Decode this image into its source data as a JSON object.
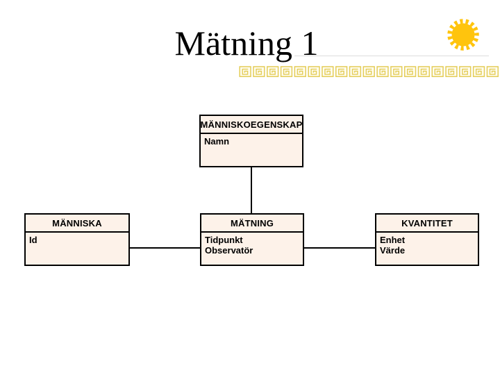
{
  "slide": {
    "title": "Mätning 1",
    "colors": {
      "box_fill": "#FDF2E9",
      "box_border": "#000000",
      "connector": "#000000",
      "sunburst_yellow": "#FFC40D",
      "greek_key_yellow": "#E3CC55",
      "greek_key_fill": "#FFFDF2",
      "rule_gray": "#DCDCDC"
    },
    "decorations": {
      "sunburst_icon": "sunburst-icon",
      "greek_key_border": "greek-key-border-icon"
    }
  },
  "diagram": {
    "entities": [
      {
        "title": "MÄNNISKOEGENSKAP",
        "attributes": [
          "Namn"
        ]
      },
      {
        "title": "MÄNNISKA",
        "attributes": [
          "Id"
        ]
      },
      {
        "title": "MÄTNING",
        "attributes": [
          "Tidpunkt",
          "Observatör"
        ]
      },
      {
        "title": "KVANTITET",
        "attributes": [
          "Enhet",
          "Värde"
        ]
      }
    ]
  }
}
